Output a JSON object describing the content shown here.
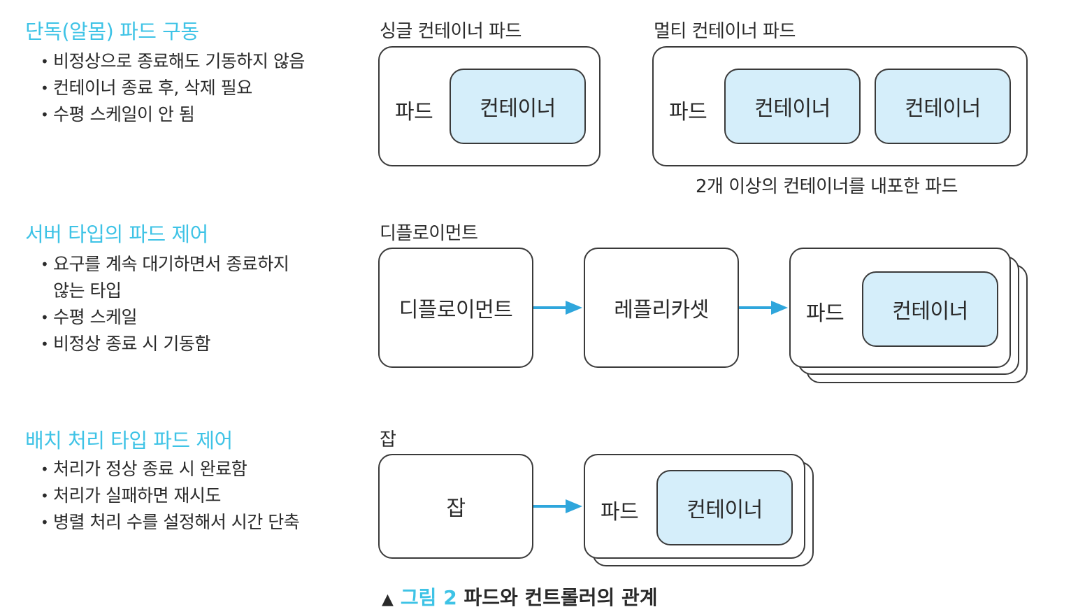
{
  "sections": [
    {
      "heading": "단독(알몸) 파드 구동",
      "bullets": [
        "비정상으로 종료해도 기동하지 않음",
        "컨테이너 종료 후, 삭제 필요",
        "수평 스케일이 안 됨"
      ]
    },
    {
      "heading": "서버 타입의 파드 제어",
      "bullets": [
        "요구를 계속 대기하면서 종료하지",
        "않는 타입",
        "수평 스케일",
        "비정상 종료 시 기동함"
      ]
    },
    {
      "heading": "배치 처리 타입 파드 제어",
      "bullets": [
        "처리가 정상 종료 시 완료함",
        "처리가 실패하면 재시도",
        "병렬 처리 수를 설정해서 시간 단축"
      ]
    }
  ],
  "single_pod": {
    "title": "싱글 컨테이너 파드",
    "pod": "파드",
    "container": "컨테이너"
  },
  "multi_pod": {
    "title": "멀티 컨테이너 파드",
    "pod": "파드",
    "container1": "컨테이너",
    "container2": "컨테이너",
    "note": "2개 이상의 컨테이너를 내포한 파드"
  },
  "deployment": {
    "title": "디플로이먼트",
    "box1": "디플로이먼트",
    "box2": "레플리카셋",
    "pod": "파드",
    "container": "컨테이너"
  },
  "job": {
    "title": "잡",
    "box1": "잡",
    "pod": "파드",
    "container": "컨테이너"
  },
  "caption": {
    "marker": "▲",
    "figure": "그림 2",
    "text": "파드와 컨트롤러의 관계"
  },
  "colors": {
    "accent": "#3ec3e6",
    "container_fill": "#d5eefa",
    "arrow": "#2fa6dc",
    "border": "#3a3a3a"
  }
}
